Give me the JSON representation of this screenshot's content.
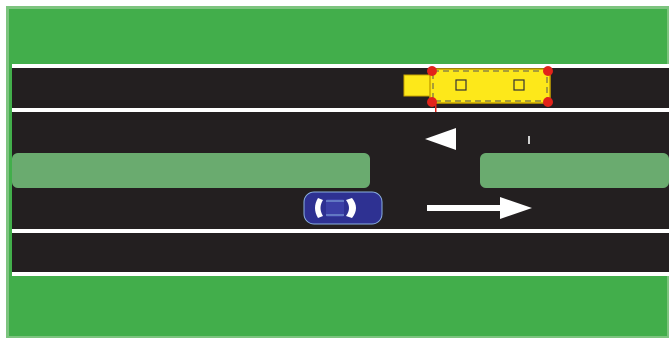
{
  "scene": {
    "description_kind": "road-traffic-diagram",
    "colors": {
      "grass": "#42ae4b",
      "grass_border": "#7dc47f",
      "asphalt": "#231f20",
      "lane_line": "#ffffff",
      "median": "#6aab6f",
      "bus_body": "#fde81a",
      "bus_marker": "#e2231a",
      "car_body": "#2e3192",
      "arrow": "#ffffff"
    },
    "vehicles": [
      {
        "type": "yellow-bus",
        "direction": "left",
        "lane": "upper-second"
      },
      {
        "type": "blue-car",
        "direction": "right",
        "lane": "lower-first"
      }
    ],
    "arrows": [
      {
        "direction": "left"
      },
      {
        "direction": "right"
      }
    ]
  }
}
